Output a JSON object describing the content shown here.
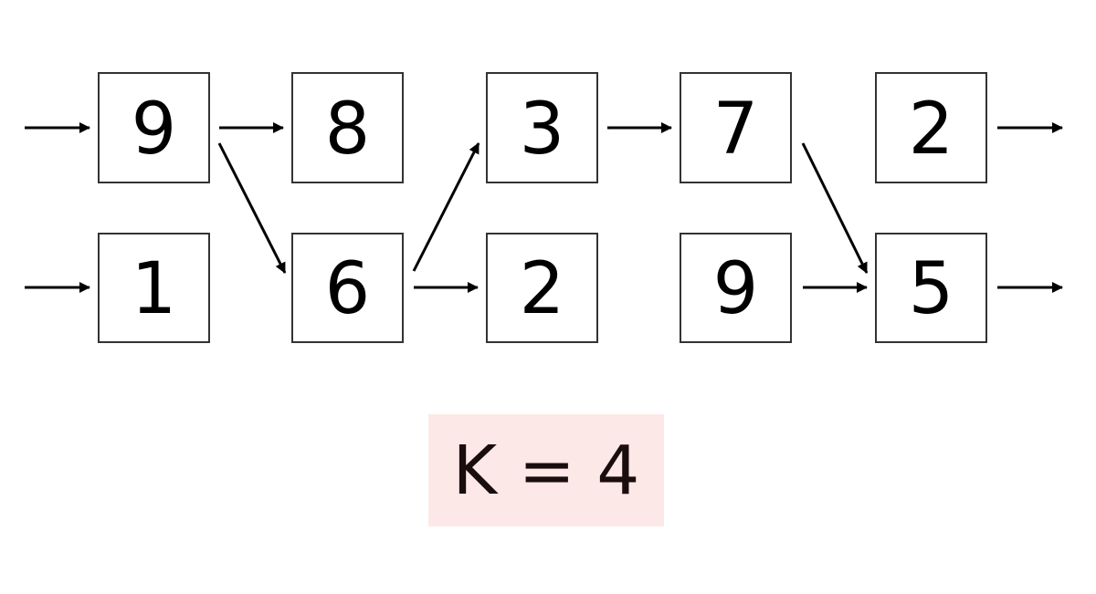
{
  "grid": {
    "top_row": [
      "9",
      "8",
      "3",
      "7",
      "2"
    ],
    "bottom_row": [
      "1",
      "6",
      "2",
      "9",
      "5"
    ]
  },
  "parameter": {
    "label": "K = 4"
  },
  "colors": {
    "parameter_background": "#fce8e6",
    "box_border": "#333333",
    "arrow": "#000000"
  }
}
